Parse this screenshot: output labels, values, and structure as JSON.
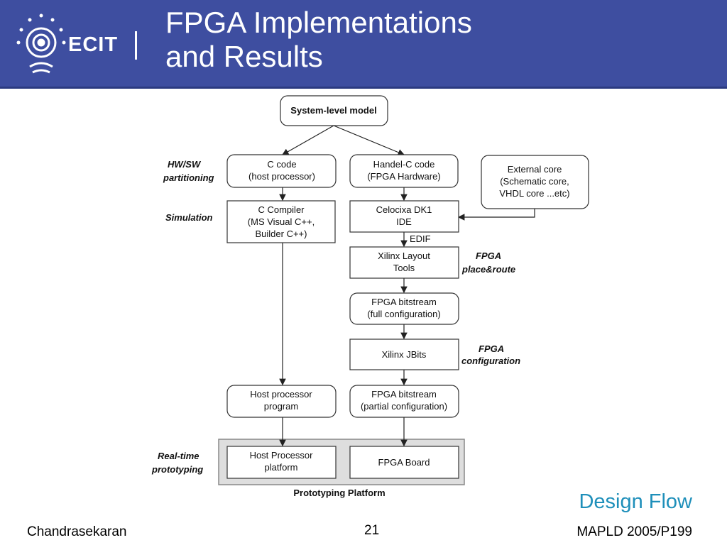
{
  "header": {
    "title": "FPGA Implementations\nand Results",
    "logo_text": "ECIT"
  },
  "colors": {
    "header_bg": "#3e4ea0",
    "accent": "#1e8fba"
  },
  "diagram": {
    "top_node": "System-level model",
    "stages": {
      "partitioning": [
        "HW/SW",
        "partitioning"
      ],
      "simulation": [
        "Simulation"
      ],
      "place_route": [
        "FPGA",
        "place&route"
      ],
      "configuration": [
        "FPGA",
        "configuration"
      ],
      "prototyping": [
        "Real-time",
        "prototyping"
      ]
    },
    "nodes": {
      "c_code": [
        "C code",
        "(host processor)"
      ],
      "handelc": [
        "Handel-C code",
        "(FPGA Hardware)"
      ],
      "external_core": [
        "External core",
        "(Schematic core,",
        "VHDL core ...etc)"
      ],
      "c_compiler": [
        "C Compiler",
        "(MS Visual C++,",
        "Builder C++)"
      ],
      "celocixa": [
        "Celocixa DK1",
        "IDE"
      ],
      "xilinx_layout": [
        "Xilinx Layout",
        "Tools"
      ],
      "bitstream_full": [
        "FPGA bitstream",
        "(full configuration)"
      ],
      "jbits": [
        "Xilinx JBits"
      ],
      "host_program": [
        "Host processor",
        "program"
      ],
      "bitstream_partial": [
        "FPGA bitstream",
        "(partial configuration)"
      ],
      "host_platform": [
        "Host Processor",
        "platform"
      ],
      "fpga_board": [
        "FPGA Board"
      ]
    },
    "edif_label": "EDIF",
    "platform_label": "Prototyping Platform"
  },
  "slide": {
    "subtitle": "Design Flow",
    "author": "Chandrasekaran",
    "page": "21",
    "ref": "MAPLD 2005/P199"
  }
}
